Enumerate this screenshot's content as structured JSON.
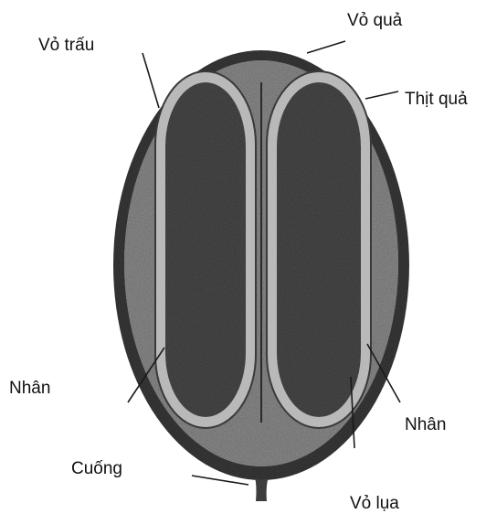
{
  "labels": {
    "vo_qua": "Vỏ quả",
    "vo_trau": "Vỏ trấu",
    "thit_qua": "Thịt quả",
    "nhan_left": "Nhân",
    "nhan_right": "Nhân",
    "cuong": "Cuống",
    "vo_lua": "Vỏ lụa"
  },
  "colors": {
    "exocarp": "#3a3a3a",
    "pulp": "#8d8d8d",
    "parchment": "#b9b9b9",
    "bean": "#4a4a4a",
    "stem": "#3d3d3d"
  }
}
